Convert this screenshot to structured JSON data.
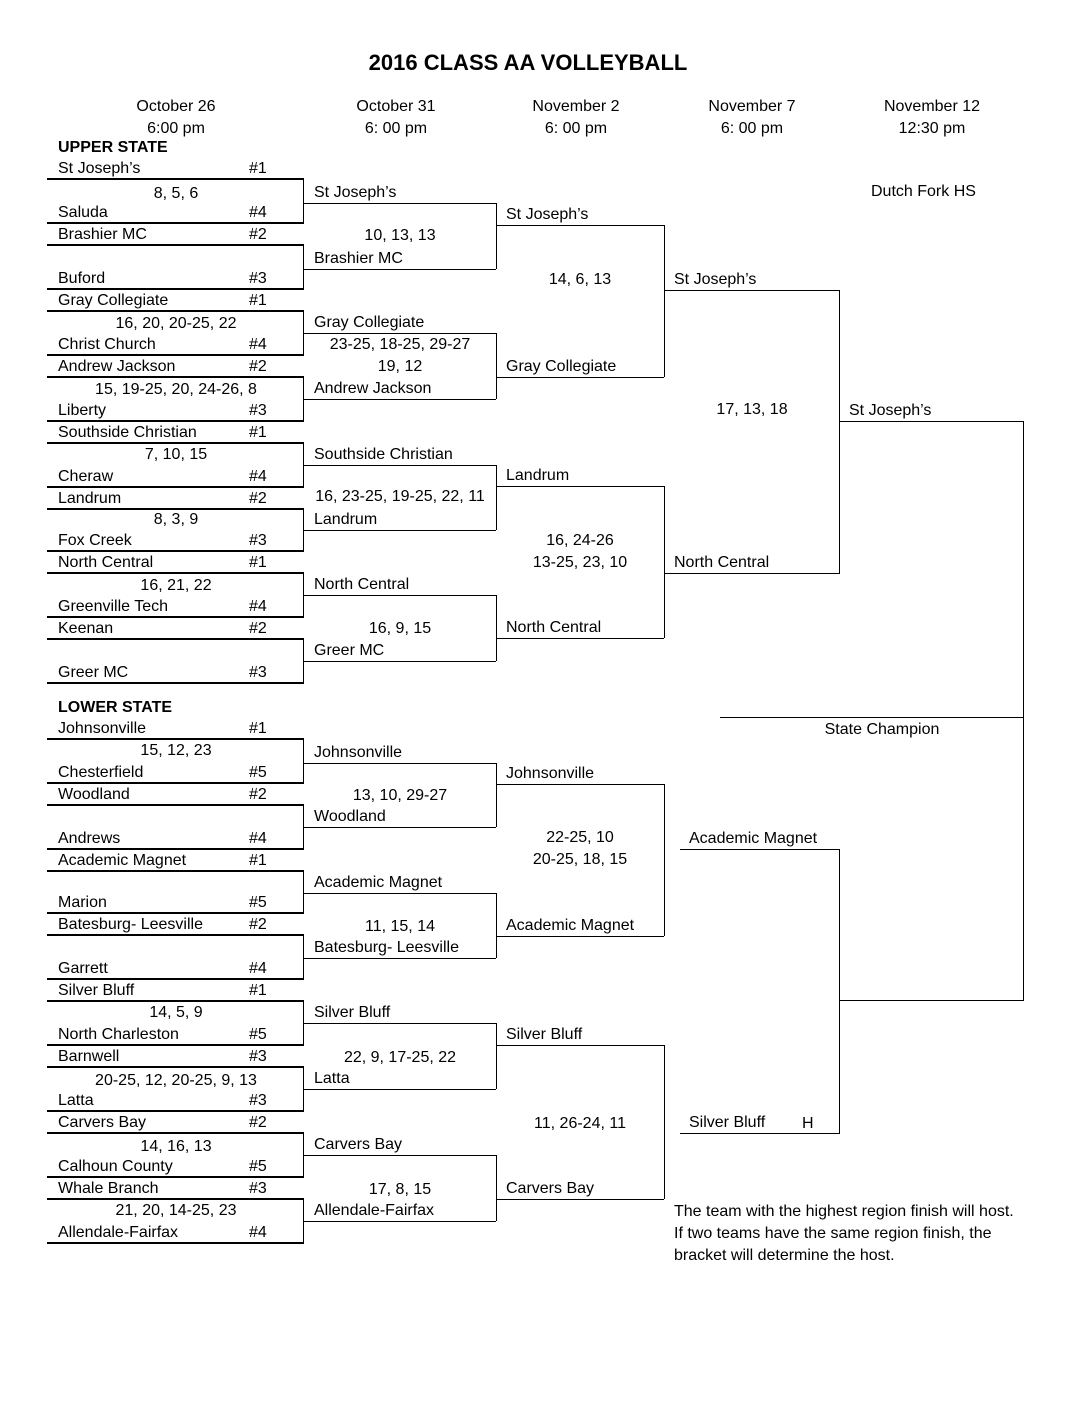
{
  "title": "2016 CLASS AA VOLLEYBALL",
  "rounds": [
    {
      "date": "October 26",
      "time": "6:00 pm"
    },
    {
      "date": "October 31",
      "time": "6: 00 pm"
    },
    {
      "date": "November 2",
      "time": "6: 00 pm"
    },
    {
      "date": "November 7",
      "time": "6: 00 pm"
    },
    {
      "date": "November 12",
      "time": "12:30 pm"
    }
  ],
  "sections": {
    "upper": "UPPER STATE",
    "lower": "LOWER STATE"
  },
  "venue": "Dutch Fork HS",
  "state_champion_label": "State Champion",
  "host_marker": "H",
  "host_note": "The team with the highest region finish will host.  If two teams have the same region finish, the bracket will determine the host.",
  "round1": [
    {
      "team": "St Joseph’s",
      "seed": "#1"
    },
    {
      "team": "Saluda",
      "seed": "#4"
    },
    {
      "team": "Brashier MC",
      "seed": "#2"
    },
    {
      "team": "Buford",
      "seed": "#3"
    },
    {
      "team": "Gray Collegiate",
      "seed": "#1"
    },
    {
      "team": "Christ Church",
      "seed": "#4"
    },
    {
      "team": "Andrew Jackson",
      "seed": "#2"
    },
    {
      "team": "Liberty",
      "seed": "#3"
    },
    {
      "team": "Southside Christian",
      "seed": "#1"
    },
    {
      "team": "Cheraw",
      "seed": "#4"
    },
    {
      "team": "Landrum",
      "seed": "#2"
    },
    {
      "team": "Fox Creek",
      "seed": "#3"
    },
    {
      "team": "North Central",
      "seed": "#1"
    },
    {
      "team": "Greenville Tech",
      "seed": "#4"
    },
    {
      "team": "Keenan",
      "seed": "#2"
    },
    {
      "team": "Greer MC",
      "seed": "#3"
    },
    {
      "team": "Johnsonville",
      "seed": "#1"
    },
    {
      "team": "Chesterfield",
      "seed": "#5"
    },
    {
      "team": "Woodland",
      "seed": "#2"
    },
    {
      "team": "Andrews",
      "seed": "#4"
    },
    {
      "team": "Academic Magnet",
      "seed": "#1"
    },
    {
      "team": "Marion",
      "seed": "#5"
    },
    {
      "team": "Batesburg- Leesville",
      "seed": "#2"
    },
    {
      "team": "Garrett",
      "seed": "#4"
    },
    {
      "team": "Silver Bluff",
      "seed": "#1"
    },
    {
      "team": "North Charleston",
      "seed": "#5"
    },
    {
      "team": "Barnwell",
      "seed": "#3"
    },
    {
      "team": "Latta",
      "seed": "#3"
    },
    {
      "team": "Carvers Bay",
      "seed": "#2"
    },
    {
      "team": "Calhoun County",
      "seed": "#5"
    },
    {
      "team": "Whale Branch",
      "seed": "#3"
    },
    {
      "team": "Allendale-Fairfax",
      "seed": "#4"
    }
  ],
  "round1_scores": [
    "8, 5, 6",
    "",
    "16, 20, 20-25, 22",
    "15, 19-25, 20, 24-26, 8",
    "7, 10, 15",
    "8, 3, 9",
    "16, 21, 22",
    "",
    "15, 12, 23",
    "",
    "",
    "",
    "14, 5, 9",
    "20-25, 12, 20-25, 9, 13",
    "14, 16, 13",
    "21, 20, 14-25, 23"
  ],
  "round2": [
    "St Joseph’s",
    "Brashier MC",
    "Gray Collegiate",
    "Andrew Jackson",
    "Southside Christian",
    "Landrum",
    "North Central",
    "Greer MC",
    "Johnsonville",
    "Woodland",
    "Academic Magnet",
    "Batesburg- Leesville",
    "Silver Bluff",
    "Latta",
    "Carvers Bay",
    "Allendale-Fairfax"
  ],
  "round2_scores": [
    [
      "10, 13, 13"
    ],
    [
      "23-25, 18-25, 29-27",
      "19, 12"
    ],
    [
      "16, 23-25, 19-25, 22, 11"
    ],
    [
      "16, 9, 15"
    ],
    [
      "13, 10, 29-27"
    ],
    [
      "11, 15, 14"
    ],
    [
      "22, 9, 17-25, 22"
    ],
    [
      "17, 8, 15"
    ]
  ],
  "round3": [
    "St Joseph’s",
    "Gray Collegiate",
    "Landrum",
    "North Central",
    "Johnsonville",
    "Academic Magnet",
    "Silver Bluff",
    "Carvers Bay"
  ],
  "round3_scores": [
    [
      "14, 6, 13"
    ],
    [
      "16, 24-26",
      "13-25, 23, 10"
    ],
    [
      "22-25, 10",
      "20-25, 18, 15"
    ],
    [
      "11, 26-24, 11"
    ]
  ],
  "round4": [
    "St Joseph’s",
    "North Central",
    "Academic Magnet",
    "Silver Bluff"
  ],
  "round4_scores": [
    [
      "17, 13, 18"
    ]
  ],
  "round5": [
    "St Joseph’s"
  ]
}
